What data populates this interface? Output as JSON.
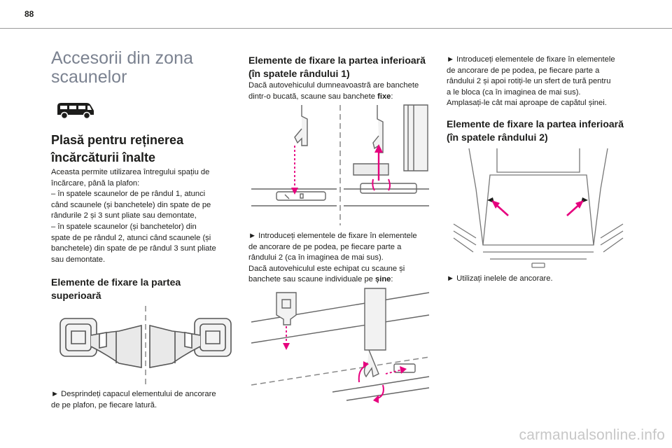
{
  "page_number": "88",
  "section_title_lines": [
    "Accesorii din zona",
    "scaunelor"
  ],
  "col1": {
    "heading_lines": [
      "Plasă pentru reținerea",
      "încărcăturii înalte"
    ],
    "intro_lines": [
      "Aceasta permite utilizarea întregului spațiu de",
      "încărcare, până la plafon:",
      "–  în spatele scaunelor de pe rândul 1, atunci",
      "când scaunele (și banchetele) din spate de pe",
      "rândurile 2 și 3 sunt pliate sau demontate,",
      "–  în spatele scaunelor (și banchetelor) din",
      "spate de pe rândul 2, atunci când scaunele (și",
      "banchetele) din spate de pe rândul 3 sunt pliate",
      "sau demontate."
    ],
    "subheading_lines": [
      "Elemente de fixare la partea",
      "superioară"
    ],
    "step_lines": [
      "►  Desprindeți capacul elementului de ancorare",
      "de pe plafon, pe fiecare latură."
    ]
  },
  "col2": {
    "heading_lines": [
      "Elemente de fixare la partea inferioară",
      "(în spatele rândului 1)"
    ],
    "intro_line1": "Dacă autovehiculul dumneavoastră are banchete",
    "intro_line2_prefix": "dintr-o bucată, scaune sau banchete ",
    "intro_line2_bold": "fixe",
    "intro_line2_suffix": ":",
    "step_lines": [
      "►  Introduceți elementele de fixare în elementele",
      "de ancorare de pe podea, pe fiecare parte a",
      "rândului 2 (ca în imaginea de mai sus)."
    ],
    "rails_line1": "Dacă autovehiculul este echipat cu scaune și",
    "rails_line2_prefix": "banchete sau scaune individuale pe ",
    "rails_line2_bold": "șine",
    "rails_line2_suffix": ":"
  },
  "col3": {
    "step_lines": [
      "►  Introduceți elementele de fixare în elementele",
      "de ancorare de pe podea, pe fiecare parte a",
      "rândului 2 și apoi rotiți-le un sfert de tură pentru",
      "a le bloca (ca în imaginea de mai sus).",
      "Amplasați-le cât mai aproape de capătul șinei."
    ],
    "heading_lines": [
      "Elemente de fixare la partea inferioară",
      "(în spatele rândului 2)"
    ],
    "step2_lines": [
      "►  Utilizați inelele de ancorare."
    ]
  },
  "watermark": "carmanualsonline.info",
  "colors": {
    "accent": "#e6007e",
    "title_grey": "#7b8290",
    "rule": "#9a9a9a",
    "watermark": "#c7c7c7"
  },
  "icons": [
    "van-icon",
    "ceiling-anchor-illustration",
    "floor-hook-illustration",
    "rail-fixing-illustration",
    "floor-rings-illustration"
  ]
}
